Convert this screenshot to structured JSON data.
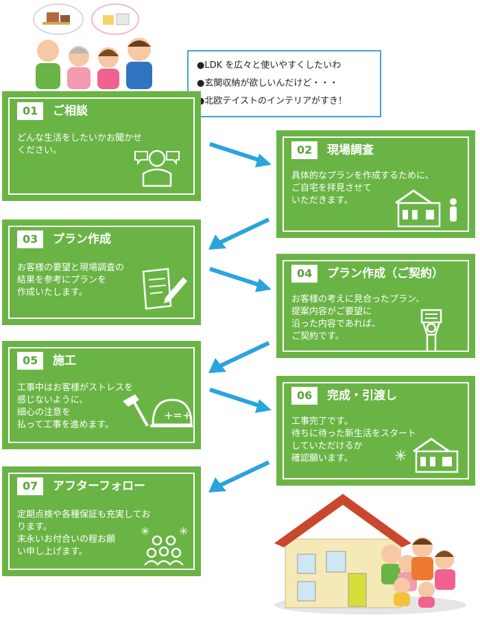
{
  "wishes": [
    "●LDK を広々と使いやすくしたいわ",
    "●玄関収納が欲しいんだけど・・・",
    "●北欧テイストのインテリアがすき！"
  ],
  "steps": [
    {
      "num": "01",
      "title": "ご相談",
      "lines": [
        "どんな生活をしたいかお聞かせ",
        "ください。"
      ],
      "icon": "consultation-icon"
    },
    {
      "num": "02",
      "title": "現場調査",
      "lines": [
        "具体的なプランを作成するために、",
        "ご自宅を拝見させて",
        "いただきます。"
      ],
      "icon": "house-survey-icon"
    },
    {
      "num": "03",
      "title": "プラン作成",
      "lines": [
        "お客様の要望と現場調査の",
        "結果を参考にプランを",
        "作成いたします。"
      ],
      "icon": "document-pen-icon"
    },
    {
      "num": "04",
      "title": "プラン作成（ご契約）",
      "lines": [
        "お客様の考えに見合ったプラン、",
        "提案内容がご要望に",
        "沿った内容であれば、",
        "ご契約です。"
      ],
      "icon": "contract-person-icon"
    },
    {
      "num": "05",
      "title": "施工",
      "lines": [
        "工事中はお客様がストレスを",
        "感じないように、",
        "細心の注意を",
        "払って工事を進めます。"
      ],
      "icon": "hammer-helmet-icon"
    },
    {
      "num": "06",
      "title": "完成・引渡し",
      "lines": [
        "工事完了です。",
        "待ちに待った新生活をスタート",
        "していただけるか",
        "確認願います。"
      ],
      "icon": "finished-house-icon"
    },
    {
      "num": "07",
      "title": "アフターフォロー",
      "lines": [
        "定期点検や各種保証も充実してお",
        "ります。",
        "末永いお付合いの程お願",
        "い申し上げます。"
      ],
      "icon": "family-support-icon"
    }
  ],
  "colors": {
    "card": "#6ab445",
    "arrow": "#29a4dc",
    "accent": "#5aa43a"
  }
}
